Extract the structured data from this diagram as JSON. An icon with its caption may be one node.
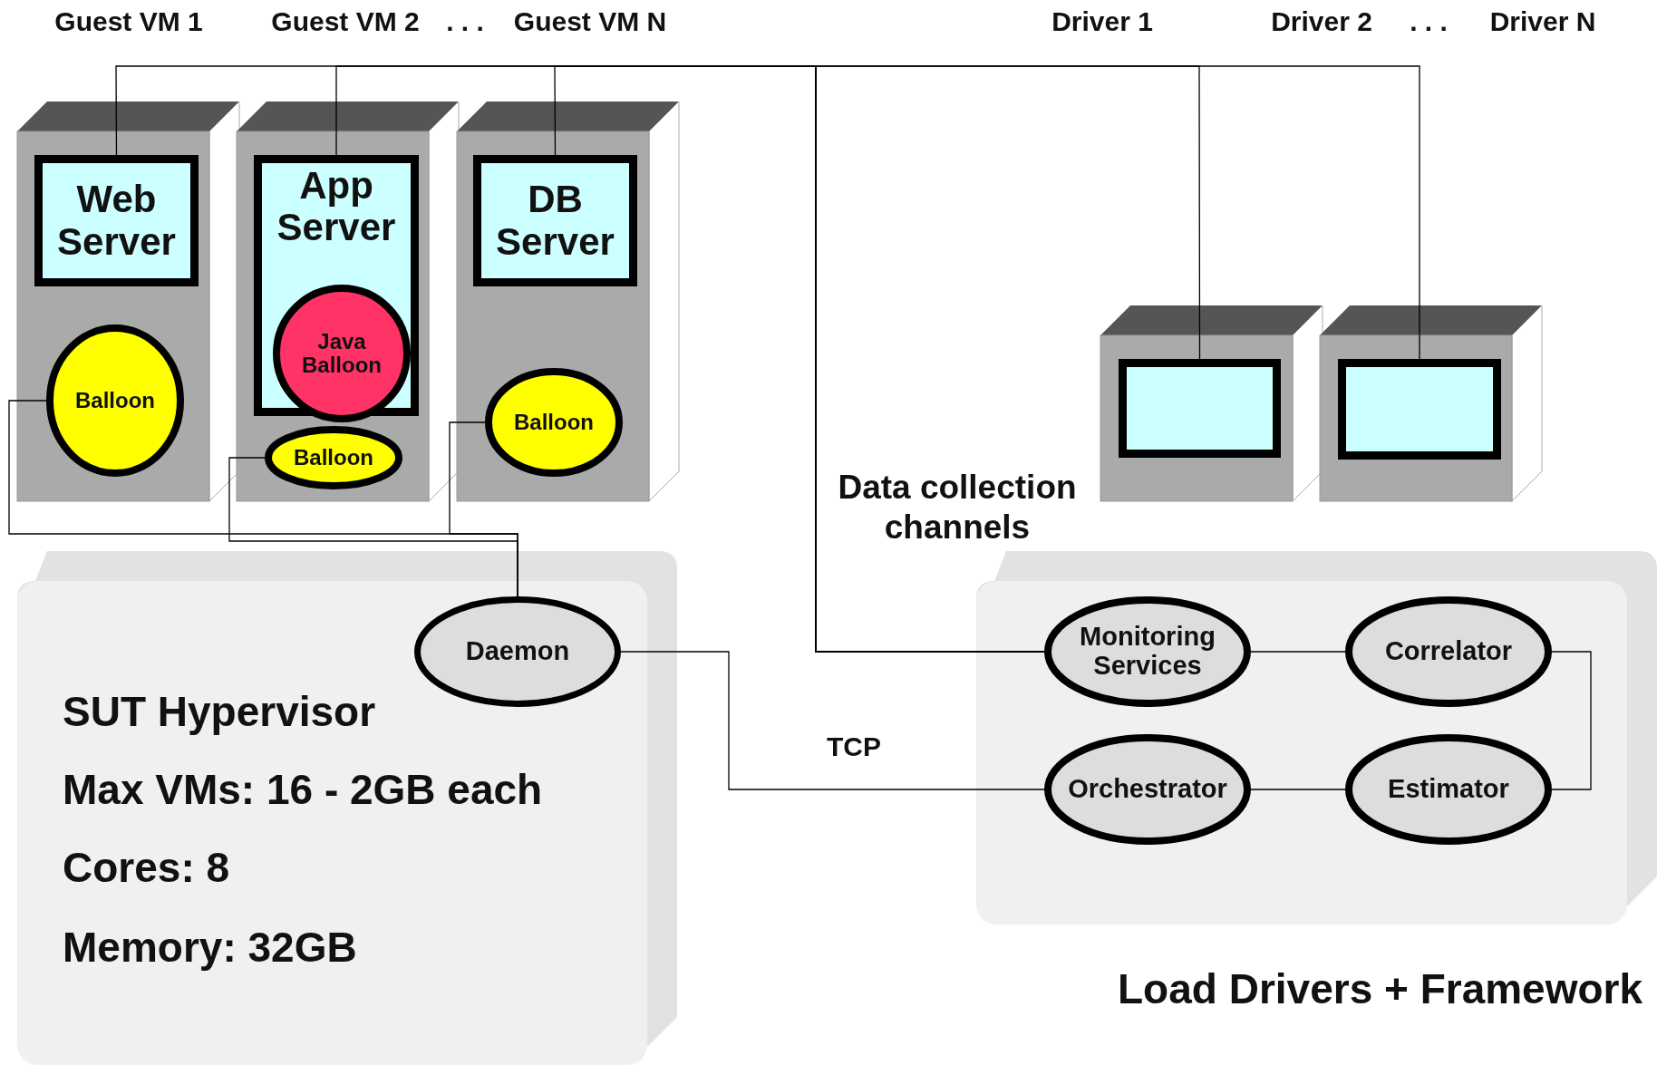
{
  "diagram": {
    "nodes": [
      {
        "text": [],
        "shape": "box"
      },
      {
        "text": [
          "Web Server"
        ],
        "in": 0
      },
      {
        "text": [
          "Balloon"
        ],
        "in": 0
      },
      {
        "text": [],
        "shape": "box"
      },
      {
        "text": [
          "App Server"
        ],
        "in": 3
      },
      {
        "text": [
          "Java Balloon"
        ],
        "in": 4
      },
      {
        "text": [
          "Balloon"
        ],
        "in": 3
      },
      {
        "text": [],
        "shape": "box"
      },
      {
        "text": [
          "DB Server"
        ],
        "in": 7
      },
      {
        "text": [
          "Balloon"
        ],
        "in": 7
      },
      {
        "text": [],
        "shape": "box"
      },
      {
        "text": [],
        "shape": "box",
        "in": 10
      },
      {
        "text": [],
        "shape": "box"
      },
      {
        "text": [],
        "shape": "box",
        "in": 12
      },
      {
        "text": [
          "SUT Hypervisor",
          "Max VMs: 16 - 2GB each",
          "Cores: 8",
          "Memory: 32GB"
        ]
      },
      {
        "text": [
          "Daemon"
        ],
        "in": 14
      },
      {
        "text": [
          "Load Drivers + Framework"
        ]
      },
      {
        "text": [
          "Monitoring Services"
        ],
        "in": 16
      },
      {
        "text": [
          "Correlator"
        ],
        "in": 16
      },
      {
        "text": [
          "Orchestrator"
        ],
        "in": 16
      },
      {
        "text": [
          "Estimator"
        ],
        "in": 16
      }
    ],
    "edges": [
      {
        "from": 1,
        "to": 17,
        "arrow": "none"
      },
      {
        "from": 4,
        "to": 17,
        "arrow": "none"
      },
      {
        "from": 8,
        "to": 17,
        "arrow": "none"
      },
      {
        "from": 11,
        "to": 17,
        "arrow": "none"
      },
      {
        "from": 13,
        "to": 17,
        "arrow": "none"
      },
      {
        "from": 2,
        "to": 15,
        "arrow": "none"
      },
      {
        "from": 6,
        "to": 15,
        "arrow": "none"
      },
      {
        "from": 9,
        "to": 15,
        "arrow": "none"
      },
      {
        "from": 15,
        "to": 19,
        "arrow": "none",
        "label": "TCP"
      },
      {
        "from": 17,
        "to": 18,
        "arrow": "none"
      },
      {
        "from": 18,
        "to": 20,
        "arrow": "none"
      },
      {
        "from": 20,
        "to": 19,
        "arrow": "none"
      }
    ],
    "labels": [
      "Guest VM 1",
      "Guest VM 2",
      ". . .",
      "Guest VM N",
      "Driver 1",
      "Driver 2",
      ". . .",
      "Driver N",
      "Data collection channels"
    ]
  }
}
